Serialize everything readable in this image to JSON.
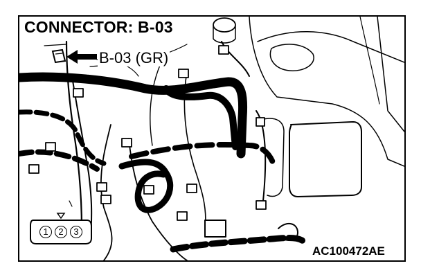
{
  "title": "CONNECTOR: B-03",
  "callout_label": "B-03 (GR)",
  "figure_code": "AC100472AE",
  "connector_pins": [
    "1",
    "2",
    "3"
  ],
  "colors": {
    "line": "#000000",
    "background": "#ffffff"
  }
}
